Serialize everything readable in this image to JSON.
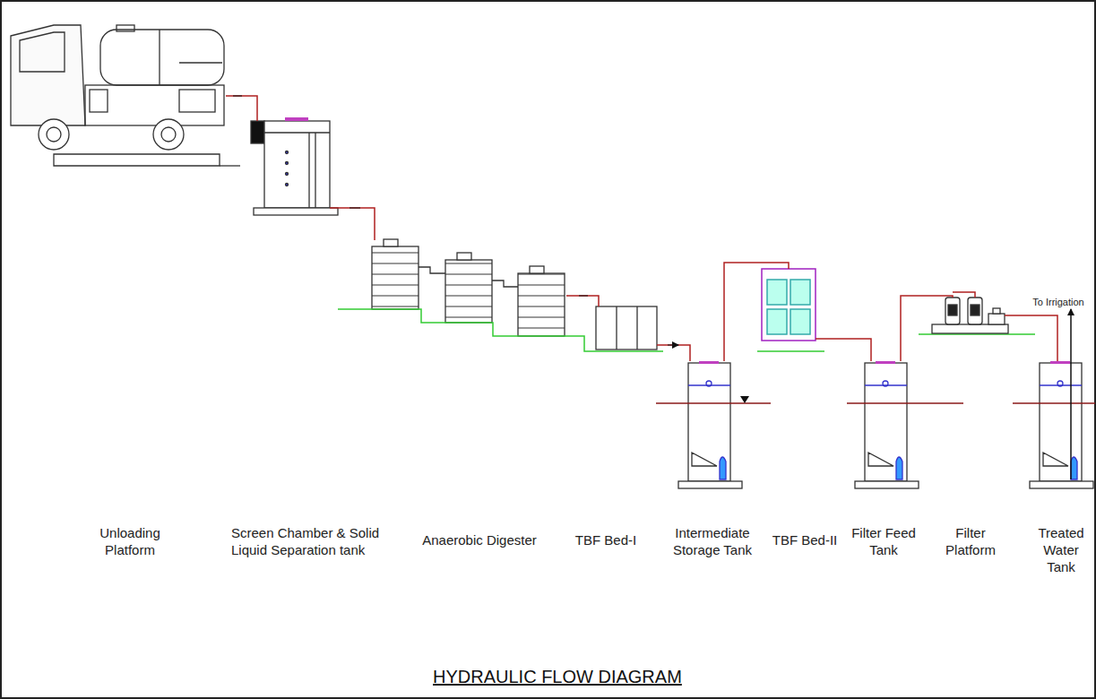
{
  "diagram": {
    "title": "HYDRAULIC FLOW DIAGRAM",
    "labels": [
      "Unloading Platform",
      "Screen Chamber & Solid Liquid Separation tank",
      "Anaerobic Digester",
      "TBF Bed-I",
      "Intermediate Storage Tank",
      "TBF Bed-II",
      "Filter Feed Tank",
      "Filter Platform",
      "Treated Water Tank",
      "To Irrigation"
    ]
  }
}
